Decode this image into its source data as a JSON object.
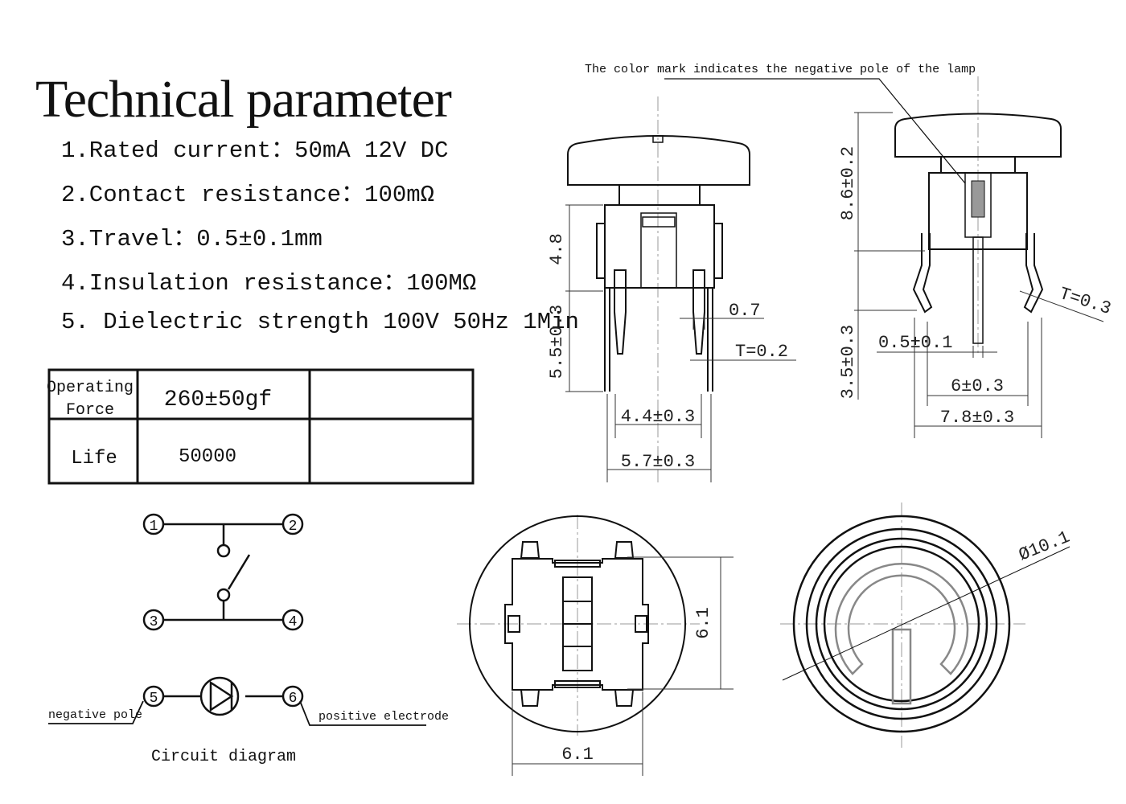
{
  "title": "Technical parameter",
  "parameters": [
    "1.Rated current：50mA 12V DC",
    "2.Contact resistance：100mΩ",
    "3.Travel：0.5±0.1mm",
    "4.Insulation resistance：100MΩ",
    "5. Dielectric strength 100V 50Hz 1Min"
  ],
  "table": {
    "row1_label_line1": "Operating",
    "row1_label_line2": "Force",
    "row1_value": "260±50gf",
    "row2_label": "Life",
    "row2_value": "50000"
  },
  "circuit": {
    "pins": [
      "1",
      "2",
      "3",
      "4",
      "5",
      "6"
    ],
    "negative_label": "negative pole",
    "positive_label": "positive electrode",
    "caption": "Circuit diagram"
  },
  "front_view": {
    "dim_height_top": "4.8",
    "dim_height_bottom": "5.5±0.3",
    "dim_pin_width": "0.7",
    "dim_thickness": "T=0.2",
    "dim_inner": "4.4±0.3",
    "dim_outer": "5.7±0.3"
  },
  "side_view": {
    "note": "The color mark indicates the negative pole of the lamp",
    "dim_top": "8.6±0.2",
    "dim_bottom": "3.5±0.3",
    "dim_led_pin": "0.5±0.1",
    "dim_thickness": "T=0.3",
    "dim_inner": "6±0.3",
    "dim_outer": "7.8±0.3"
  },
  "bottom_view": {
    "dim_height": "6.1",
    "dim_width": "6.1"
  },
  "top_view": {
    "dim_diameter": "Ø10.1"
  }
}
